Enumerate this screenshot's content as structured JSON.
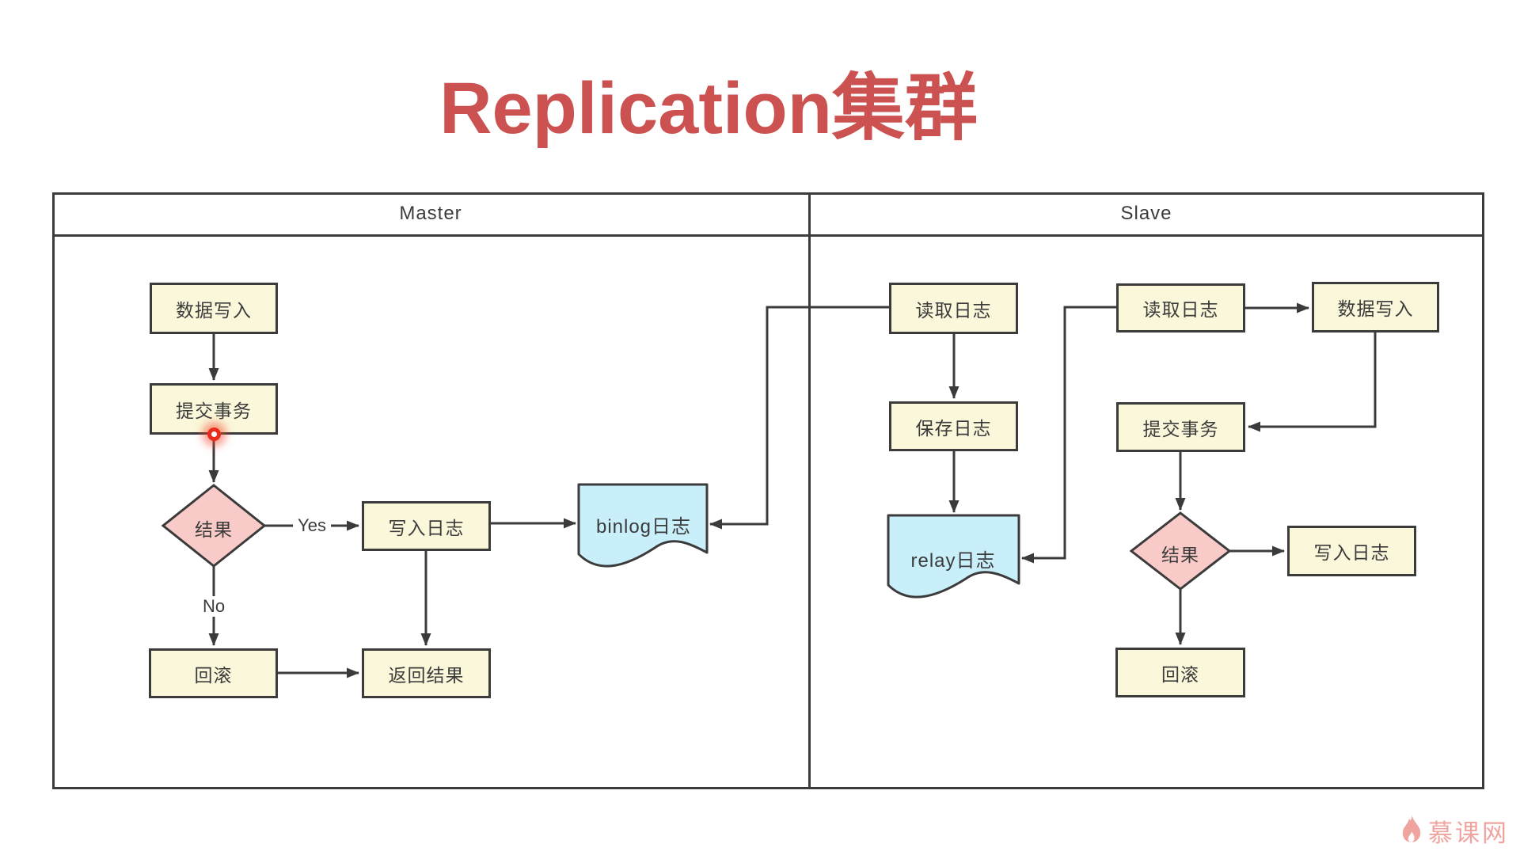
{
  "title": "Replication集群",
  "colors": {
    "title_red": "#cb5250",
    "node_fill": "#faf7da",
    "diamond_fill": "#f9cbc8",
    "document_fill": "#c9effa",
    "line": "#3b3b3b",
    "watermark_pink": "#f0a4a0"
  },
  "panels": {
    "master_label": "Master",
    "slave_label": "Slave"
  },
  "master": {
    "nodes": {
      "write_data": "数据写入",
      "commit": "提交事务",
      "result": "结果",
      "write_log": "写入日志",
      "rollback": "回滚",
      "return_result": "返回结果",
      "binlog": "binlog日志"
    },
    "edge_labels": {
      "yes": "Yes",
      "no": "No"
    }
  },
  "slave": {
    "nodes": {
      "read_log_1": "读取日志",
      "save_log": "保存日志",
      "relay": "relay日志",
      "read_log_2": "读取日志",
      "write_data": "数据写入",
      "commit": "提交事务",
      "result": "结果",
      "write_log": "写入日志",
      "rollback": "回滚"
    }
  },
  "watermark": {
    "text": "慕课网"
  }
}
